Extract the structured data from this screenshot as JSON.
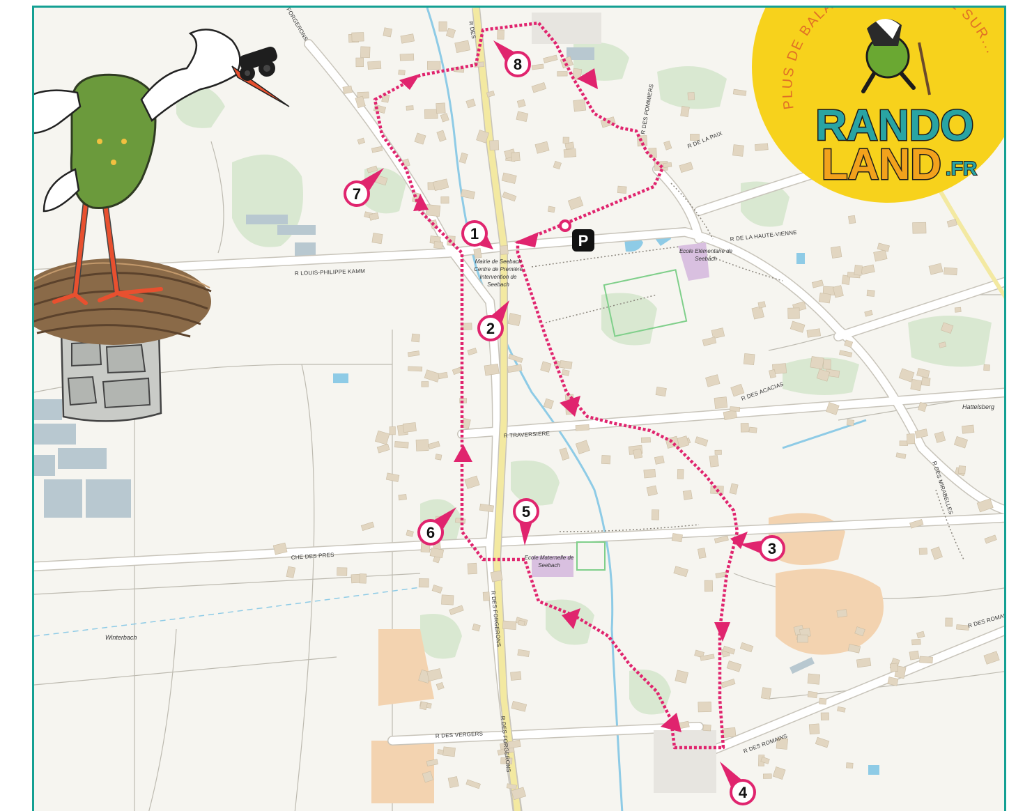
{
  "map": {
    "colors": {
      "frame": "#14a093",
      "route": "#e0246e",
      "marker_fill": "#ffffff",
      "marker_stroke": "#e0246e",
      "buildings": "#e2d6c1",
      "vegetation": "#d9e8d1",
      "water": "#8ecbe6",
      "sand": "#f3d3b0",
      "school": "#d9c0e0",
      "main_road": "#f3e9a1"
    },
    "streets": {
      "louis_philippe_kamm": "R LOUIS-PHILIPPE KAMM",
      "traversiere": "R TRAVERSIERE",
      "che_des_pres": "CHE DES PRES",
      "des_vergers": "R DES VERGERS",
      "des_forgerons_1": "R DES FORGERONS",
      "des_forgerons_2": "R DES FORGERONS",
      "des_pommiers": "R DES POMMIERS",
      "de_la_paix": "R DE LA PAIX",
      "haute_vienne": "R DE LA HAUTE-VIENNE",
      "des_acacias": "R DES ACACIAS",
      "des_mirabelles": "R DES MIRABELLES",
      "des_romains_1": "R DES ROMAINS",
      "des_romains_2": "R DES ROMAINS",
      "forgerons_top": "FORGERONS",
      "rue_short": "R DES"
    },
    "places": {
      "hattelsberg": "Hattelsberg",
      "winterbach": "Winterbach"
    },
    "pois": {
      "mairie_1": "Mairie de Seebach",
      "mairie_2": "Centre de Première",
      "mairie_3": "Intervention de",
      "mairie_4": "Seebach",
      "ecole_elem_1": "Ecole Elémentaire de",
      "ecole_elem_2": "Seebach",
      "ecole_mat_1": "Ecole Maternelle de",
      "ecole_mat_2": "Seebach"
    },
    "parking_label": "P",
    "steps": [
      "1",
      "2",
      "3",
      "4",
      "5",
      "6",
      "7",
      "8"
    ]
  },
  "badge": {
    "arc_text": "PLUS DE BALADES EN FRANCE SUR...",
    "logo_line1": "RANDO",
    "logo_line2": "LAND",
    "logo_suffix": ".FR"
  }
}
